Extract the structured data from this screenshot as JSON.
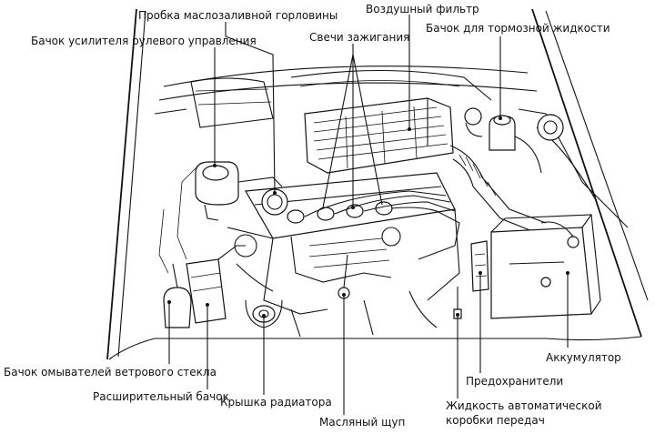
{
  "labels": {
    "oil_filler_cap": "Пробка маслозаливной горловины",
    "air_filter": "Воздушный фильтр",
    "power_steering_reservoir": "Бачок усилителя рулевого управления",
    "spark_plugs": "Свечи зажигания",
    "brake_fluid_reservoir": "Бачок для тормозной жидкости",
    "washer_reservoir": "Бачок омывателей ветрового стекла",
    "expansion_tank": "Расширительный бачок",
    "radiator_cap": "Крышка радиатора",
    "oil_dipstick": "Масляный щуп",
    "fuses": "Предохранители",
    "battery": "Аккумулятор",
    "atf_line1": "Жидкость автоматической",
    "atf_line2": "коробки передач"
  }
}
